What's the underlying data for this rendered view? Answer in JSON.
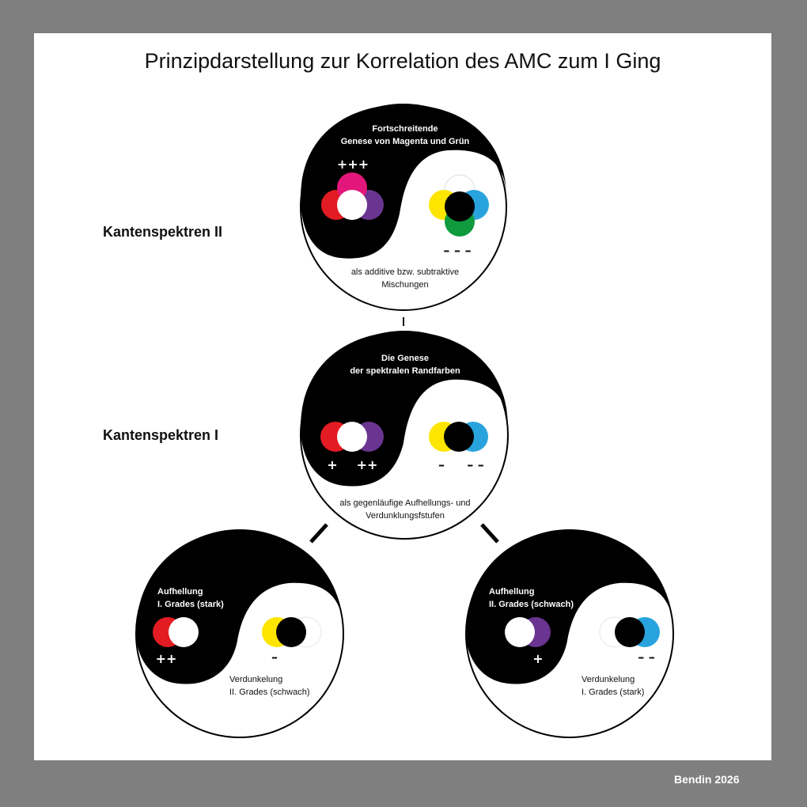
{
  "title": "Prinzipdarstellung zur Korrelation des AMC zum I Ging",
  "row_labels": {
    "level2": "Kantenspektren II",
    "level1": "Kantenspektren  I"
  },
  "credit": "Bendin 2026",
  "colors": {
    "red": "#e31c23",
    "white": "#ffffff",
    "violet": "#6a3590",
    "magenta": "#e3177b",
    "yellow": "#fde500",
    "black": "#000000",
    "cyan": "#29a3dd",
    "green": "#0f9a3e"
  },
  "circles": {
    "top": {
      "title_line1": "Fortschreitende",
      "title_line2": "Genese von Magenta und Grün",
      "plus_sign": "+++",
      "minus_sign": "– – –",
      "caption_line1": "als additive bzw. subtraktive",
      "caption_line2": "Mischungen"
    },
    "middle": {
      "title_line1": "Die Genese",
      "title_line2": "der  spektralen Randfarben",
      "plus_left": "+",
      "plus_right": "++",
      "minus_left": "–",
      "minus_right": "– –",
      "caption_line1": "als gegenläufige Aufhellungs- und",
      "caption_line2": "Verdunklungsfstufen"
    },
    "bottom_left": {
      "black_line1": "Aufhellung",
      "black_line2": "I. Grades (stark)",
      "plus_sign": "++",
      "minus_sign": "–",
      "white_line1": "Verdunkelung",
      "white_line2": "II. Grades (schwach)"
    },
    "bottom_right": {
      "black_line1": "Aufhellung",
      "black_line2": "II. Grades (schwach)",
      "plus_sign": "+",
      "minus_sign": "– –",
      "white_line1": "Verdunkelung",
      "white_line2": "I. Grades (stark)"
    }
  }
}
